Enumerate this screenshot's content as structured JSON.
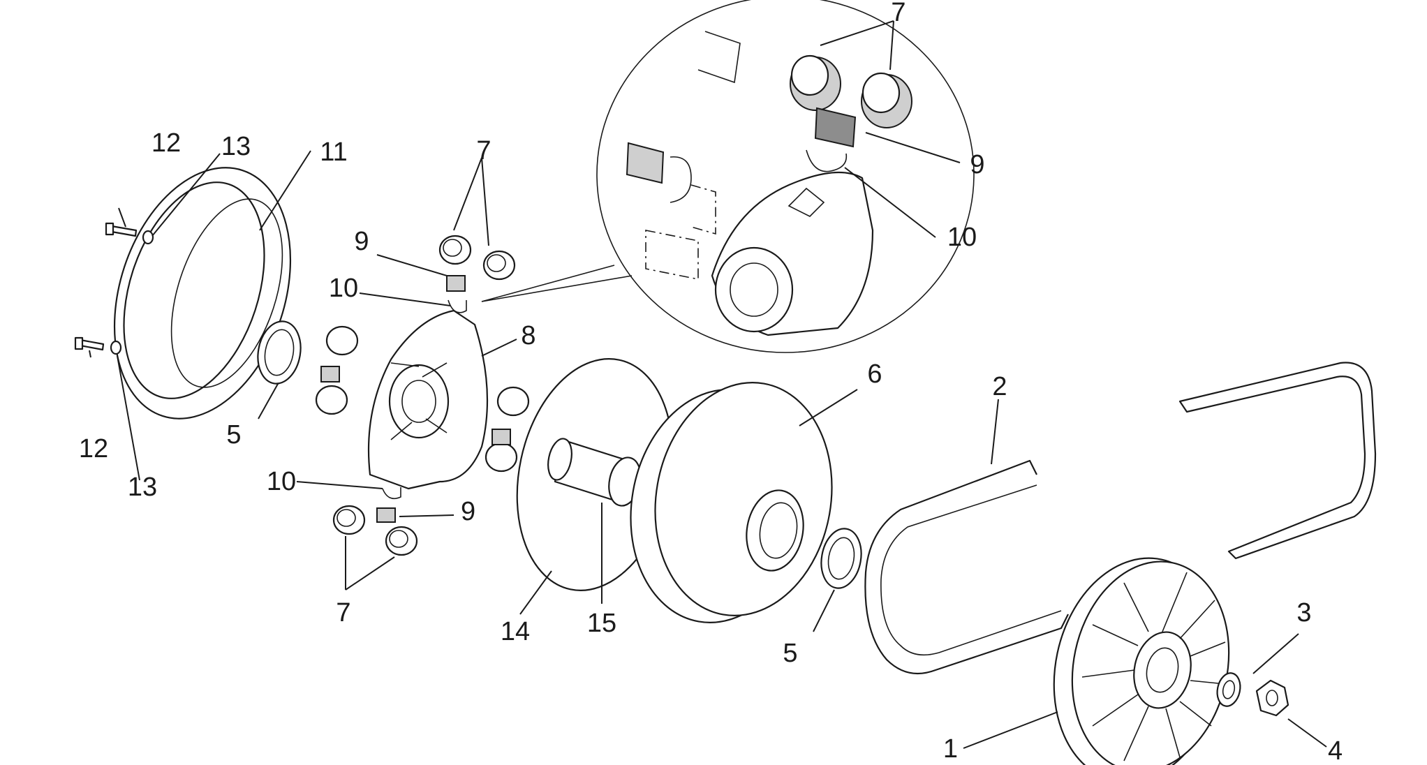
{
  "diagram": {
    "callouts": [
      {
        "id": "c1",
        "label": "1"
      },
      {
        "id": "c2",
        "label": "2"
      },
      {
        "id": "c3",
        "label": "3"
      },
      {
        "id": "c4",
        "label": "4"
      },
      {
        "id": "c5a",
        "label": "5"
      },
      {
        "id": "c5b",
        "label": "5"
      },
      {
        "id": "c6",
        "label": "6"
      },
      {
        "id": "c7a",
        "label": "7"
      },
      {
        "id": "c7b",
        "label": "7"
      },
      {
        "id": "c7c",
        "label": "7"
      },
      {
        "id": "c8",
        "label": "8"
      },
      {
        "id": "c9a",
        "label": "9"
      },
      {
        "id": "c9b",
        "label": "9"
      },
      {
        "id": "c9c",
        "label": "9"
      },
      {
        "id": "c10a",
        "label": "10"
      },
      {
        "id": "c10b",
        "label": "10"
      },
      {
        "id": "c10c",
        "label": "10"
      },
      {
        "id": "c11",
        "label": "11"
      },
      {
        "id": "c12a",
        "label": "12"
      },
      {
        "id": "c12b",
        "label": "12"
      },
      {
        "id": "c13a",
        "label": "13"
      },
      {
        "id": "c13b",
        "label": "13"
      },
      {
        "id": "c14",
        "label": "14"
      },
      {
        "id": "c15",
        "label": "15"
      }
    ]
  }
}
